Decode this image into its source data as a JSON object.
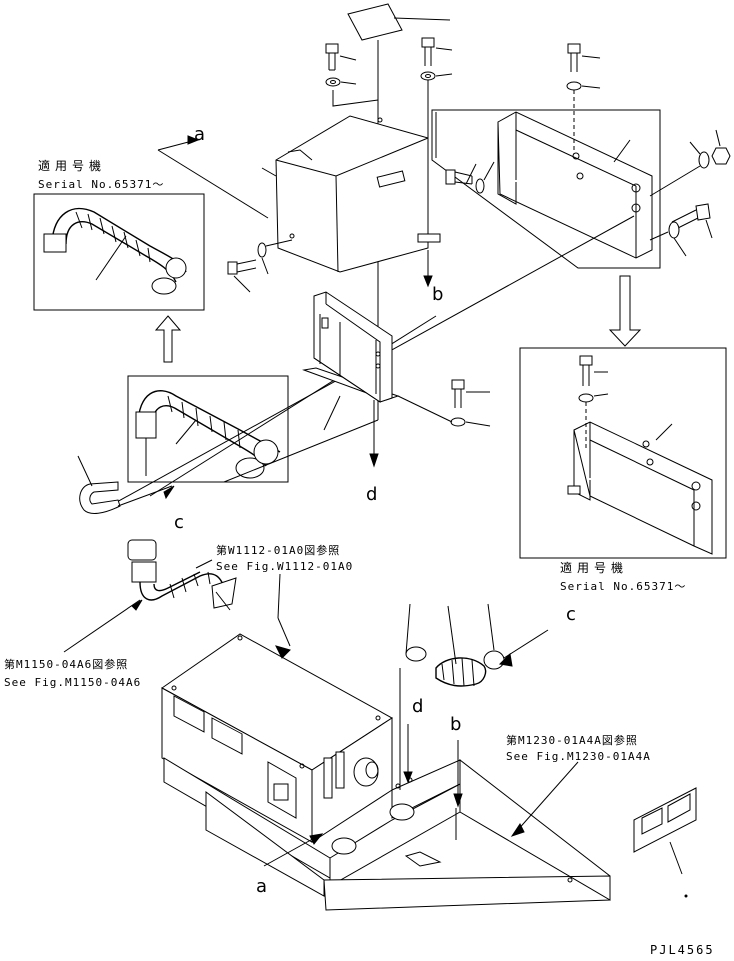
{
  "colors": {
    "line": "#000000",
    "background": "#ffffff"
  },
  "serial_box_left": {
    "title_jp": "適用号機",
    "serial": "Serial No.65371～"
  },
  "serial_box_right": {
    "title_jp": "適用号機",
    "serial": "Serial No.65371～"
  },
  "references": {
    "w1112": {
      "jp": "第W1112-01A0図参照",
      "en": "See Fig.W1112-01A0"
    },
    "m1150": {
      "jp": "第M1150-04A6図参照",
      "en": "See Fig.M1150-04A6"
    },
    "m1230": {
      "jp": "第M1230-01A4A図参照",
      "en": "See Fig.M1230-01A4A"
    }
  },
  "connection_letters": {
    "a_top": "a",
    "b_top": "b",
    "c_left": "c",
    "d_mid": "d",
    "c_right": "c",
    "d_bottom": "d",
    "b_bottom": "b",
    "a_bottom": "a"
  },
  "drawing_code": "PJL4565",
  "icons": [
    "arrow-down-icon",
    "arrow-up-icon",
    "bolt-icon",
    "washer-icon",
    "nut-icon",
    "hose-icon",
    "clamp-icon"
  ]
}
